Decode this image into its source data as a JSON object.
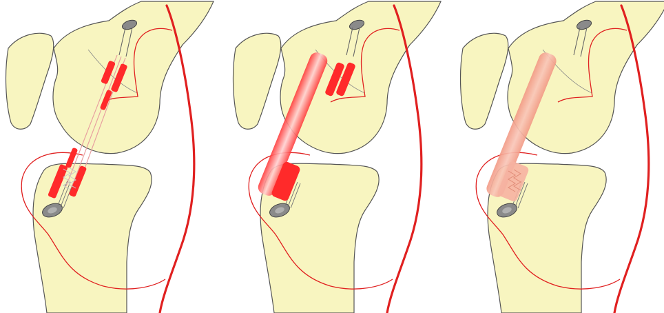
{
  "figure": {
    "panels": [
      {
        "id": "panel-1",
        "graft_state": "fresh-graft"
      },
      {
        "id": "panel-2",
        "graft_state": "ligamentization"
      },
      {
        "id": "panel-3",
        "graft_state": "mature-graft"
      }
    ],
    "colors": {
      "bone_fill": "#f8f5c0",
      "bone_outline": "#555555",
      "vessel_red": "#e02020",
      "graft_red": "#ff2a2a",
      "graft_mature": "#f5a896",
      "fixation_grey": "#8a8a8a"
    }
  }
}
